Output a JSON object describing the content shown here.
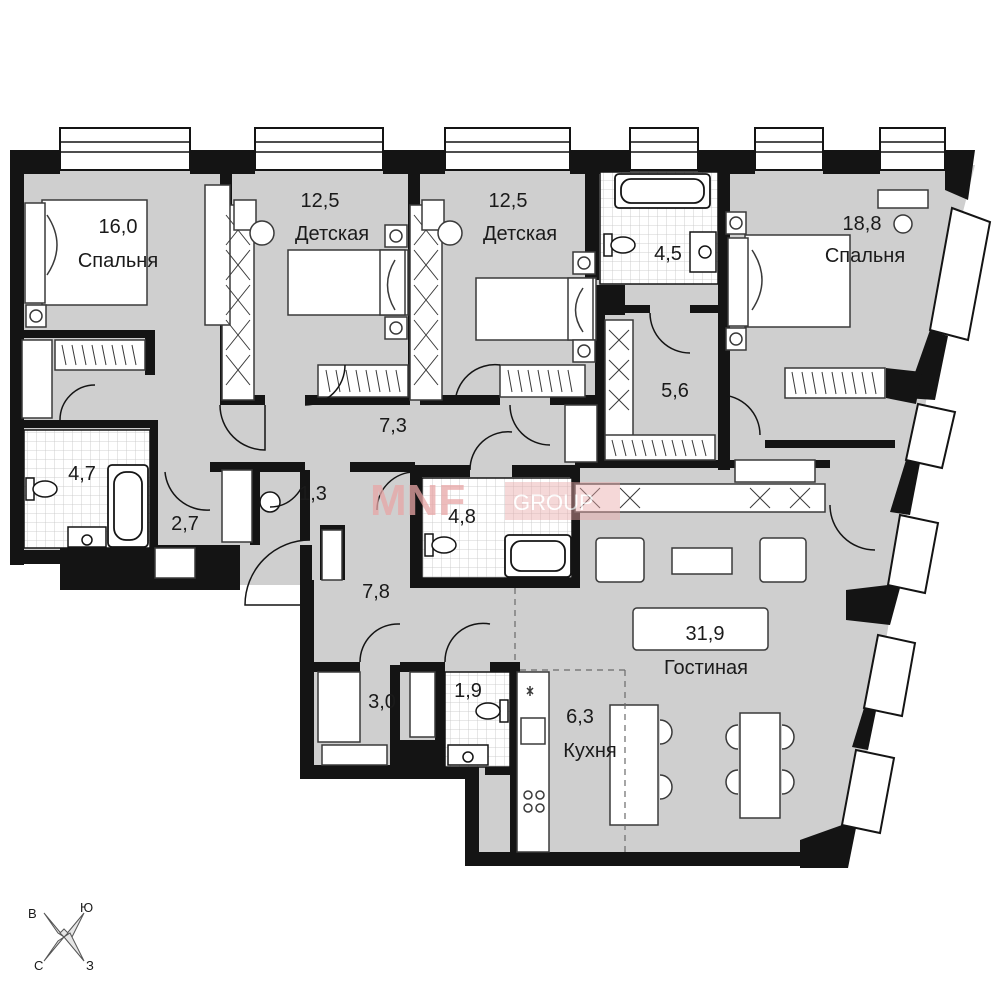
{
  "rooms": {
    "bedroom_left": {
      "area": "16,0",
      "name": "Спальня"
    },
    "kids_1": {
      "area": "12,5",
      "name": "Детская"
    },
    "kids_2": {
      "area": "12,5",
      "name": "Детская"
    },
    "bath_top": {
      "area": "4,5"
    },
    "bedroom_right": {
      "area": "18,8",
      "name": "Спальня"
    },
    "bath_left": {
      "area": "4,7"
    },
    "corridor_top": {
      "area": "7,3"
    },
    "wardrobe": {
      "area": "5,6"
    },
    "storage_small": {
      "area": "1,3"
    },
    "hall_small": {
      "area": "2,7"
    },
    "bath_center": {
      "area": "4,8"
    },
    "hall": {
      "area": "7,8"
    },
    "living": {
      "area": "31,9",
      "name": "Гостиная"
    },
    "storage": {
      "area": "3,0"
    },
    "wc": {
      "area": "1,9"
    },
    "kitchen": {
      "area": "6,3",
      "name": "Кухня"
    }
  },
  "compass": {
    "n": "С",
    "s": "Ю",
    "e": "В",
    "w": "З"
  },
  "watermark": {
    "brand": "MNF",
    "suffix": "GROUP",
    "color": "#e8a6a6"
  },
  "colors": {
    "wall": "#141414",
    "floor": "#cfcfcf",
    "fixture": "#ffffff"
  }
}
